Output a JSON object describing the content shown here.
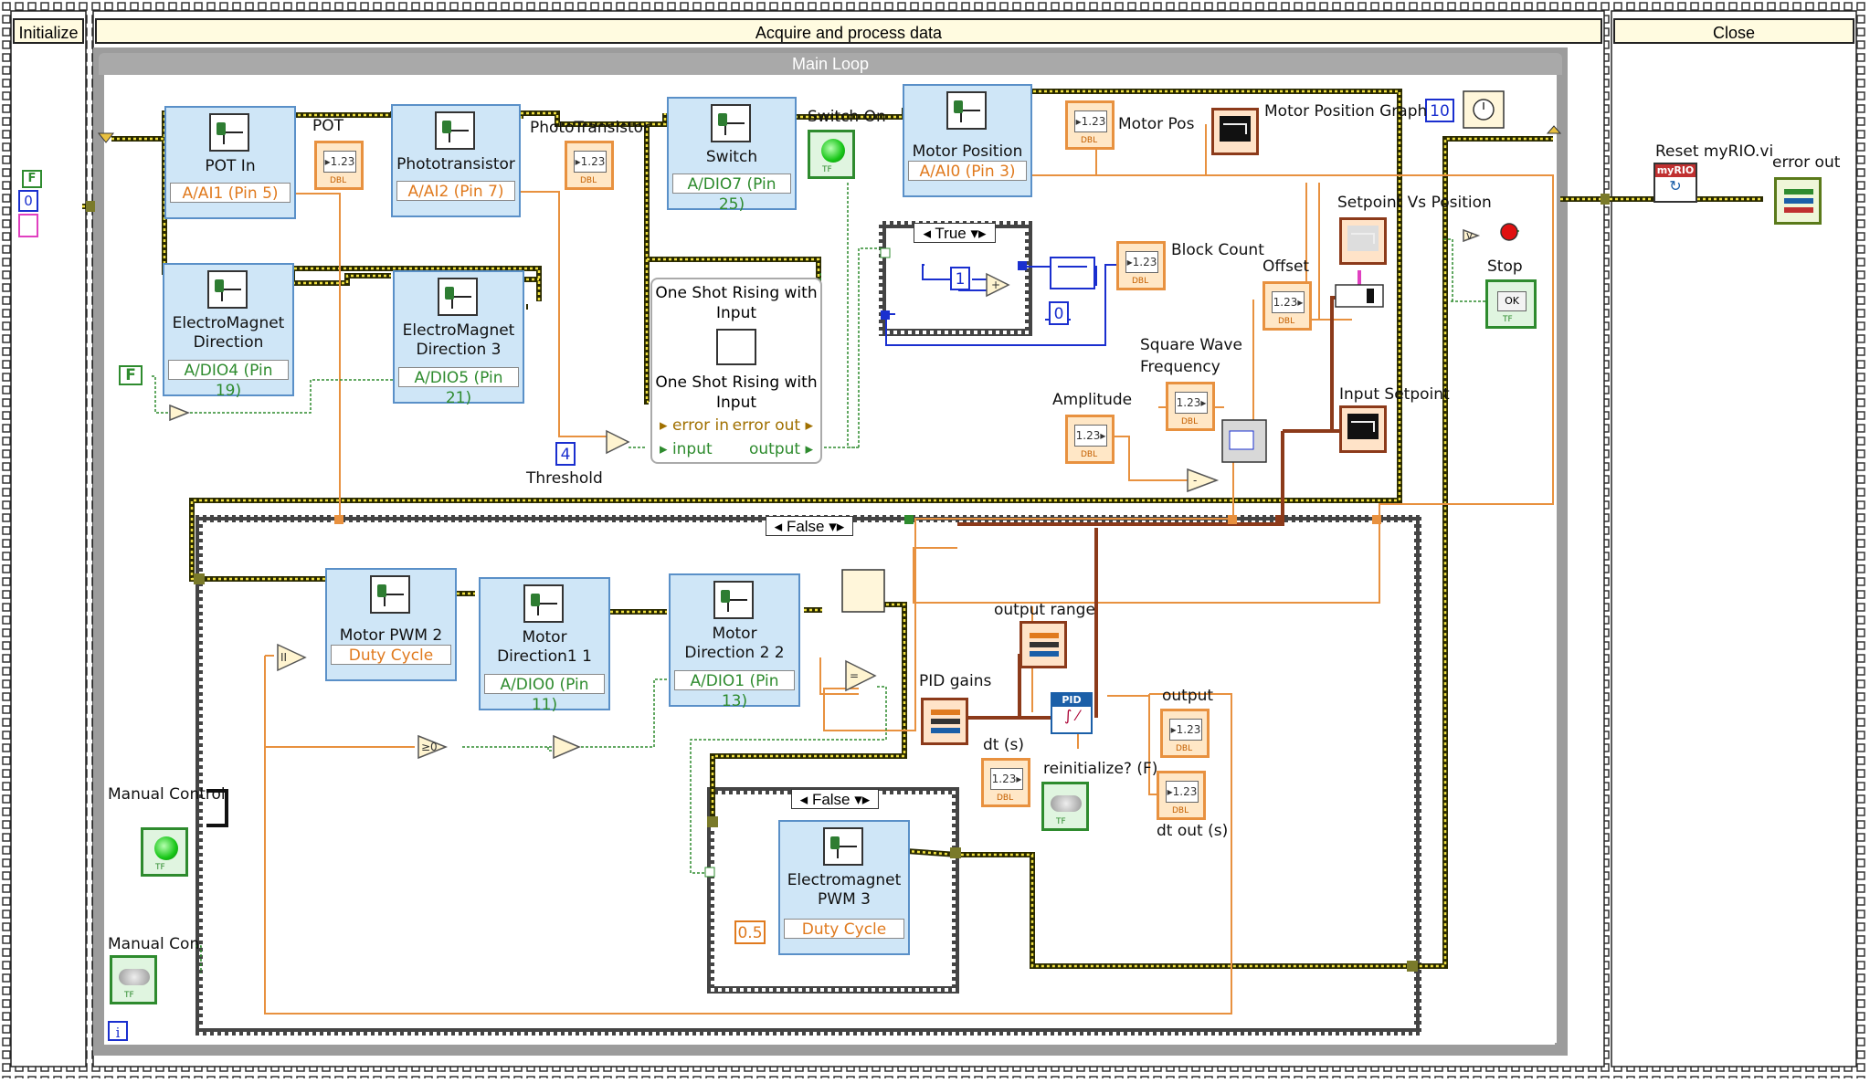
{
  "frames": {
    "initialize": "Initialize",
    "acquire": "Acquire and process data",
    "close": "Close"
  },
  "main_loop": "Main Loop",
  "case_structures": {
    "true_case": "True",
    "false_case_outer": "False",
    "false_case_inner": "False"
  },
  "vis": {
    "pot_in": {
      "title": "POT In",
      "pin": "A/AI1 (Pin 5)"
    },
    "phototransistor": {
      "title": "Phototransistor",
      "pin": "A/AI2 (Pin 7)"
    },
    "switch": {
      "title": "Switch",
      "pin": "A/DIO7 (Pin 25)"
    },
    "motor_position": {
      "title": "Motor Position",
      "pin": "A/AI0 (Pin 3)"
    },
    "em_direction": {
      "title_1": "ElectroMagnet",
      "title_2": "Direction",
      "pin": "A/DIO4 (Pin 19)"
    },
    "em_direction3": {
      "title_1": "ElectroMagnet",
      "title_2": "Direction 3",
      "pin": "A/DIO5 (Pin 21)"
    },
    "motor_pwm2": {
      "title": "Motor PWM 2",
      "pin": "Duty Cycle"
    },
    "motor_dir11": {
      "title_1": "Motor",
      "title_2": "Direction1 1",
      "pin": "A/DIO0 (Pin 11)"
    },
    "motor_dir22": {
      "title_1": "Motor",
      "title_2": "Direction 2 2",
      "pin": "A/DIO1 (Pin 13)"
    },
    "em_pwm3": {
      "title_1": "Electromagnet",
      "title_2": "PWM 3",
      "pin": "Duty Cycle"
    }
  },
  "one_shot": {
    "title_1": "One Shot Rising with",
    "title_2": "Input",
    "title_3": "One Shot Rising with",
    "title_4": "Input",
    "error_in": "error in",
    "error_out": "error out",
    "input": "input",
    "output": "output"
  },
  "labels": {
    "pot": "POT",
    "phototransistor": "PhotoTransistor",
    "switch_on": "Switch On",
    "motor_pos": "Motor Pos",
    "motor_position_graph": "Motor Position Graph",
    "block_count": "Block Count",
    "offset": "Offset",
    "setpoint_vs_position": "Setpoint Vs Position",
    "square_wave_1": "Square Wave",
    "square_wave_2": "Frequency",
    "amplitude": "Amplitude",
    "input_setpoint": "Input Setpoint",
    "threshold": "Threshold",
    "stop": "Stop",
    "reset_myrio": "Reset myRIO.vi",
    "error_out": "error out",
    "output_range": "output range",
    "pid_gains": "PID gains",
    "dt": "dt (s)",
    "reinitialize": "reinitialize? (F)",
    "output": "output",
    "dt_out": "dt out (s)",
    "manual_control": "Manual Control",
    "manual_con": "Manual Con"
  },
  "constants": {
    "init_bool": "F",
    "init_num": "0",
    "wait_ms": "10",
    "true_one": "1",
    "true_zero": "0",
    "em_dir_bool": "F",
    "threshold_val": "4",
    "em_duty": "0.5",
    "iteration": "i"
  },
  "pid_label": "PID",
  "myrio_label": "myRIO",
  "ok_label": "OK"
}
